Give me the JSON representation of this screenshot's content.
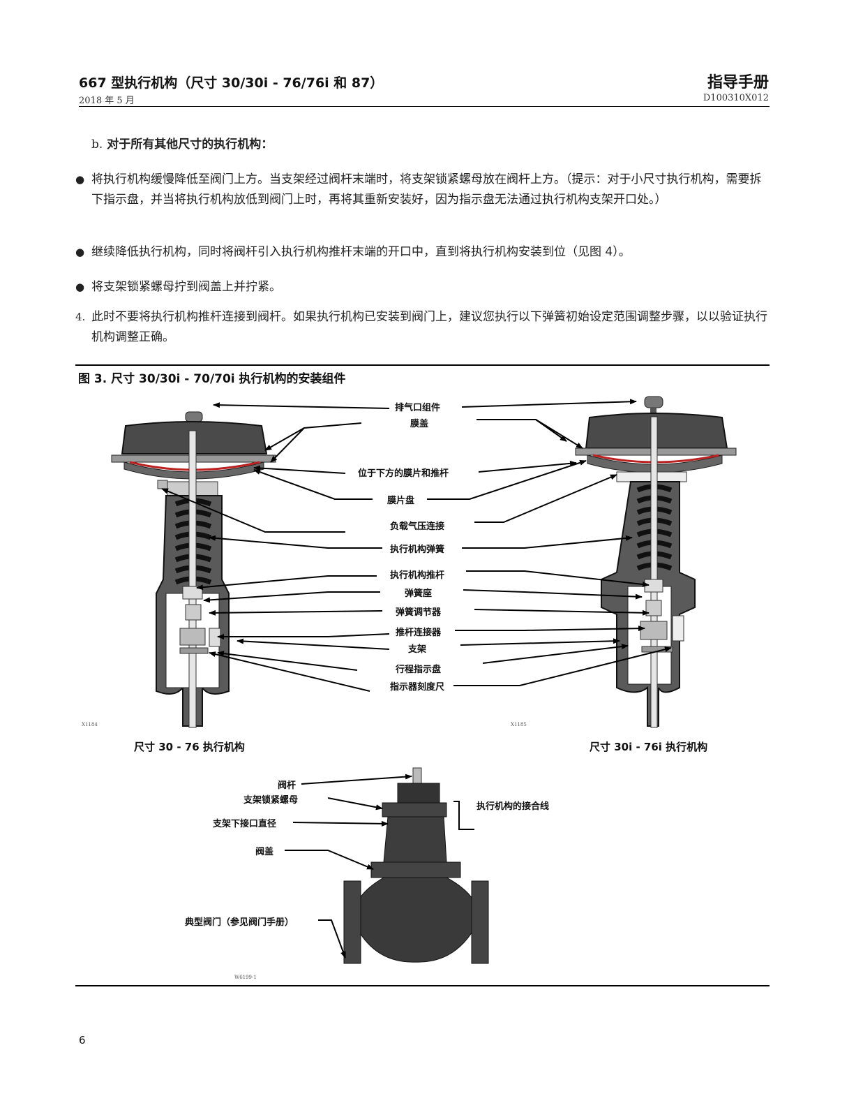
{
  "header": {
    "title": "667 型执行机构（尺寸 30/30i - 76/76i 和 87）",
    "date": "2018 年 5 月",
    "manual": "指导手册",
    "doc_number": "D100310X012"
  },
  "body": {
    "sub_b_letter": "b.",
    "sub_b_text": "对于所有其他尺寸的执行机构：",
    "bullets": [
      "将执行机构缓慢降低至阀门上方。当支架经过阀杆末端时，将支架锁紧螺母放在阀杆上方。（提示：对于小尺寸执行机构，需要拆下指示盘，并当将执行机构放低到阀门上时，再将其重新安装好，因为指示盘无法通过执行机构支架开口处。）",
      "继续降低执行机构，同时将阀杆引入执行机构推杆末端的开口中，直到将执行机构安装到位（见图 4）。",
      "将支架锁紧螺母拧到阀盖上并拧紧。"
    ],
    "step4_num": "4.",
    "step4_text": "此时不要将执行机构推杆连接到阀杆。如果执行机构已安装到阀门上，建议您执行以下弹簧初始设定范围调整步骤，以以验证执行机构调整正确。"
  },
  "figure": {
    "caption": "图 3. 尺寸 30/30i - 70/70i 执行机构的安装组件",
    "labels": {
      "vent": "排气口组件",
      "casing": "膜盖",
      "diaphragm_stem": "位于下方的膜片和推杆",
      "diaphragm_plate": "膜片盘",
      "loading_connection": "负载气压连接",
      "spring": "执行机构弹簧",
      "actuator_stem": "执行机构推杆",
      "spring_seat": "弹簧座",
      "spring_adjustor": "弹簧调节器",
      "stem_connector": "推杆连接器",
      "yoke": "支架",
      "travel_indicator_disk": "行程指示盘",
      "indicator_scale": "指示器刻度尺"
    },
    "left_caption": "尺寸 30 - 76 执行机构",
    "right_caption": "尺寸 30i - 76i 执行机构",
    "left_code": "X1184",
    "right_code": "X1185",
    "valve_labels": {
      "valve_stem": "阀杆",
      "yoke_locknut": "支架锁紧螺母",
      "yoke_boss": "支架下接口直径",
      "bonnet": "阀盖",
      "typical_valve": "典型阀门（参见阀门手册）",
      "mating_line": "执行机构的接合线"
    },
    "valve_code": "W6199-1"
  },
  "page_number": "6"
}
